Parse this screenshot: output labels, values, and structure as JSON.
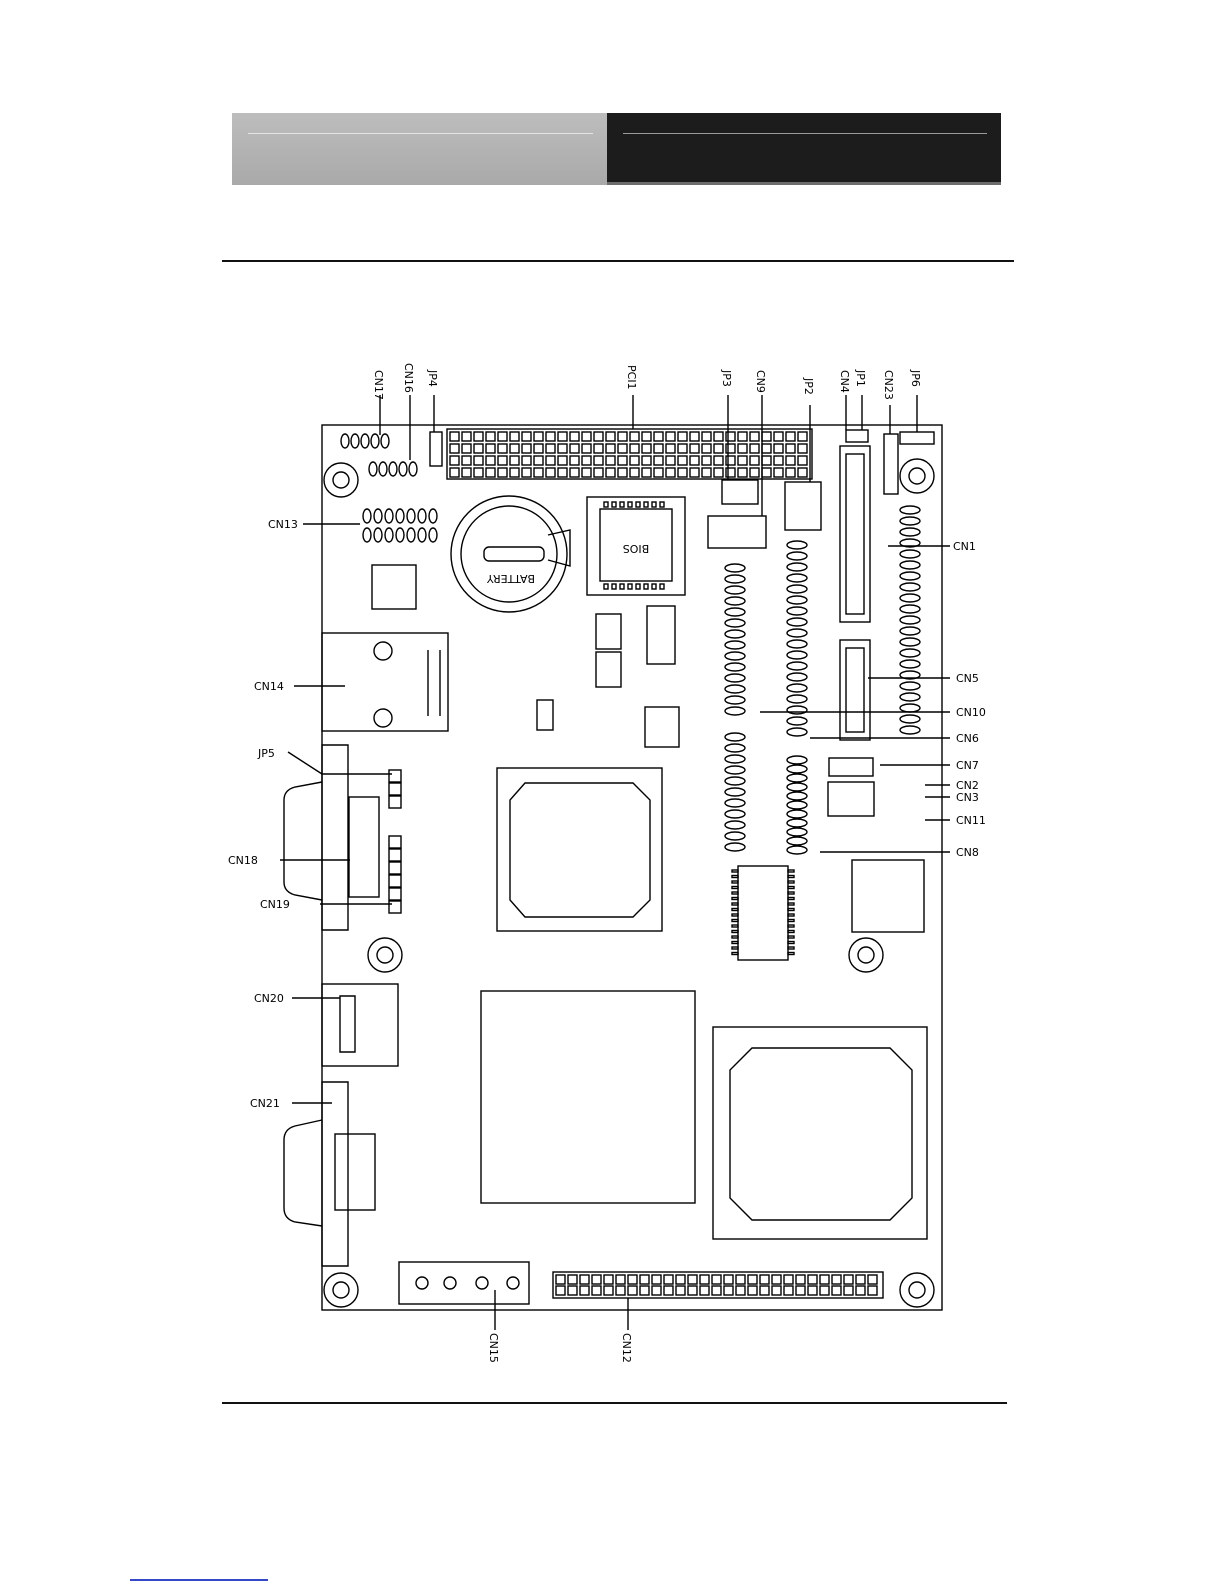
{
  "labels": {
    "cn17": "CN17",
    "cn16": "CN16",
    "jp4": "JP4",
    "pci1": "PCI1",
    "jp3": "JP3",
    "cn9": "CN9",
    "jp2": "JP2",
    "cn4": "CN4",
    "jp1": "JP1",
    "cn23": "CN23",
    "jp6": "JP6",
    "cn13": "CN13",
    "cn1": "CN1",
    "cn14": "CN14",
    "cn5": "CN5",
    "cn10": "CN10",
    "cn6": "CN6",
    "jp5": "JP5",
    "cn7": "CN7",
    "cn2": "CN2",
    "cn3": "CN3",
    "cn11": "CN11",
    "cn18": "CN18",
    "cn8": "CN8",
    "cn19": "CN19",
    "cn20": "CN20",
    "cn21": "CN21",
    "cn15": "CN15",
    "cn12": "CN12",
    "bios": "BIOS",
    "battery": "BATTERY"
  }
}
